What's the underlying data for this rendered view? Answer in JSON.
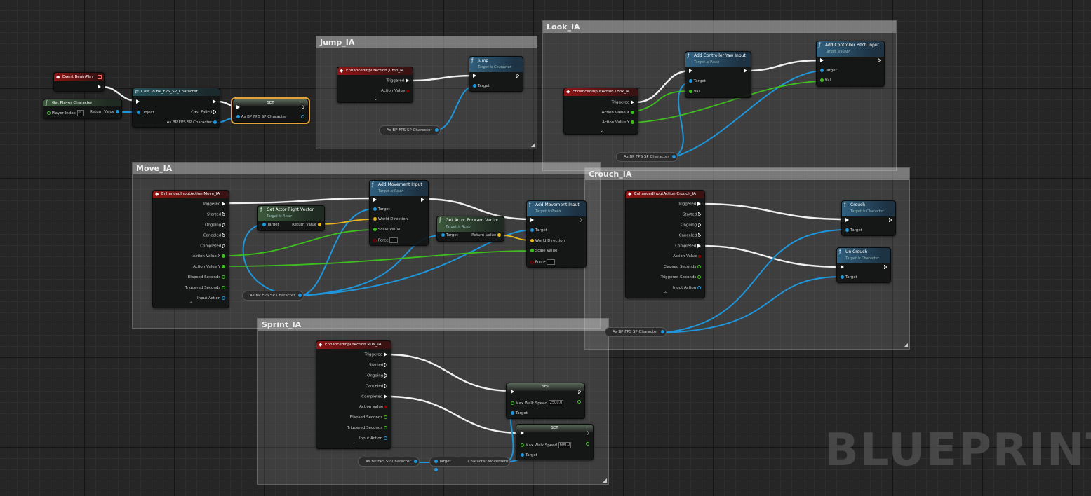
{
  "watermark": "BLUEPRINT",
  "comments": {
    "jump": "Jump_IA",
    "look": "Look_IA",
    "move": "Move_IA",
    "crouch": "Crouch_IA",
    "sprint": "Sprint_IA"
  },
  "begin": {
    "title": "Event BeginPlay",
    "get_player": "Get Player Character",
    "player_index": "Player Index",
    "player_index_value": "0",
    "return_value": "Return Value",
    "cast_title": "Cast To BP_FPS_SP_Character",
    "object": "Object",
    "cast_failed": "Cast Failed",
    "as_char": "As BP FPS SP Character",
    "set_title": "SET",
    "set_pin": "As BP FPS SP Character"
  },
  "jump": {
    "event": "EnhancedInputAction Jump_IA",
    "triggered": "Triggered",
    "action_value": "Action Value",
    "jump_title": "Jump",
    "jump_sub": "Target is Character",
    "target": "Target",
    "var": "As BP FPS SP Character"
  },
  "look": {
    "event": "EnhancedInputAction Look_IA",
    "triggered": "Triggered",
    "avx": "Action Value X",
    "avy": "Action Value Y",
    "yaw_title": "Add Controller Yaw Input",
    "yaw_sub": "Target is Pawn",
    "pitch_title": "Add Controller Pitch Input",
    "pitch_sub": "Target is Pawn",
    "target": "Target",
    "val": "Val",
    "var": "As BP FPS SP Character"
  },
  "move": {
    "event": "EnhancedInputAction Move_IA",
    "pins": [
      "Triggered",
      "Started",
      "Ongoing",
      "Canceled",
      "Completed",
      "Action Value X",
      "Action Value Y",
      "Elapsed Seconds",
      "Triggered Seconds",
      "Input Action"
    ],
    "right_title": "Get Actor Right Vector",
    "right_sub": "Target is Actor",
    "fwd_title": "Get Actor Forward Vector",
    "fwd_sub": "Target is Actor",
    "target": "Target",
    "return_value": "Return Value",
    "amv_title": "Add Movement Input",
    "amv_sub": "Target is Pawn",
    "world_direction": "World Direction",
    "scale_value": "Scale Value",
    "force": "Force",
    "var": "As BP FPS SP Character"
  },
  "crouch": {
    "event": "EnhancedInputAction Crouch_IA",
    "pins": [
      "Triggered",
      "Started",
      "Ongoing",
      "Canceled",
      "Completed",
      "Action Value",
      "Elapsed Seconds",
      "Triggered Seconds",
      "Input Action"
    ],
    "crouch_title": "Crouch",
    "crouch_sub": "Target is Character",
    "uncrouch_title": "Un Crouch",
    "uncrouch_sub": "Target is Character",
    "target": "Target",
    "var": "As BP FPS SP Character"
  },
  "sprint": {
    "event": "EnhancedInputAction RUN_IA",
    "pins": [
      "Triggered",
      "Started",
      "Ongoing",
      "Canceled",
      "Completed",
      "Action Value",
      "Elapsed Seconds",
      "Triggered Seconds",
      "Input Action"
    ],
    "set_title": "SET",
    "max_walk": "Max Walk Speed",
    "speed1": "2500.0",
    "speed2": "600.0",
    "target": "Target",
    "var": "As BP FPS SP Character",
    "char_move": "Character Movement"
  },
  "colors": {
    "exec": "#ffffff",
    "object": "#1ea0e6",
    "float": "#46d21e",
    "vector": "#f0c018",
    "bool": "#8c0000",
    "event_header": "#8e1515",
    "function_header": "#30607f"
  }
}
